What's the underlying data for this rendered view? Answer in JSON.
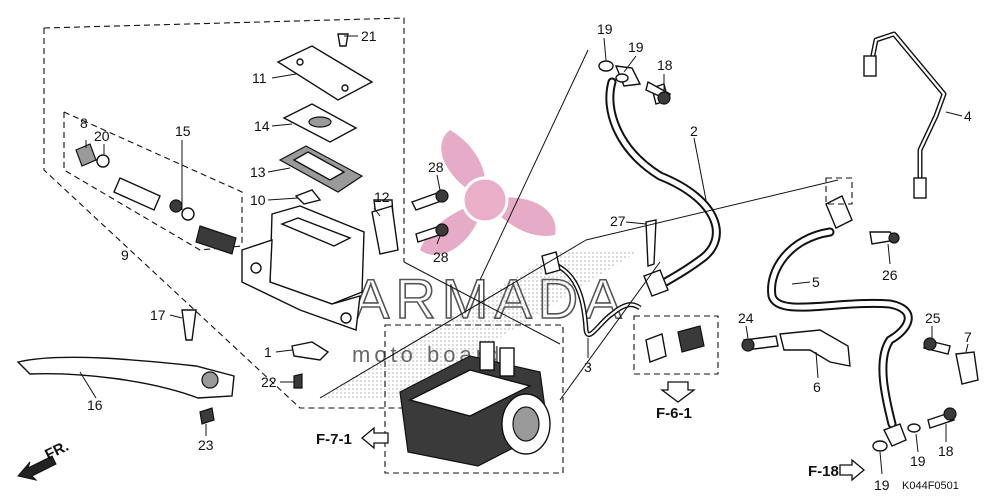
{
  "watermark": {
    "title": "ARMADA",
    "subtitle": "moto boards",
    "color": "#e4a3c2"
  },
  "part_numbers": {
    "p21": "21",
    "p11": "11",
    "p14": "14",
    "p13": "13",
    "p10": "10",
    "p8": "8",
    "p20": "20",
    "p15": "15",
    "p9": "9",
    "p12": "12",
    "p28a": "28",
    "p28b": "28",
    "p17": "17",
    "p1": "1",
    "p22": "22",
    "p16": "16",
    "p23": "23",
    "p19a": "19",
    "p19b": "19",
    "p18a": "18",
    "p2": "2",
    "p3": "3",
    "p27": "27",
    "p4": "4",
    "p26": "26",
    "p5": "5",
    "p24": "24",
    "p6": "6",
    "p25": "25",
    "p7": "7",
    "p19c": "19",
    "p19d": "19",
    "p18b": "18"
  },
  "references": {
    "f71": "F-7-1",
    "f61": "F-6-1",
    "f18": "F-18",
    "fr": "FR."
  },
  "diagram_code": "K044F0501"
}
